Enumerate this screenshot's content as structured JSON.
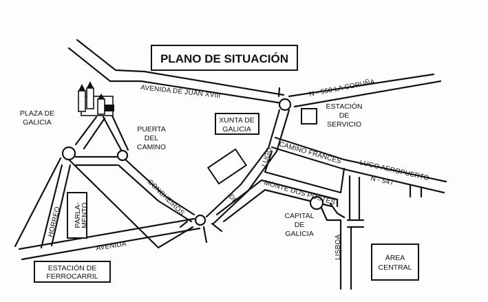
{
  "map": {
    "title": "PLANO DE SITUACIÓN",
    "streets": {
      "avenida_juan_xxiii": "AVENIDA DE JUAN XVIII",
      "n550": "N - 550  LA CORUÑA",
      "camino_frances": "CAMINO FRANCES",
      "lugo_aeropuerto": "LUGO  AEROPUERTO",
      "n547": "N - 547",
      "monte_dos_postes": "MONTE DOS POSTES",
      "lugo": "LUGO",
      "de": "DE",
      "concheiros": "CONCHEIROS",
      "horreo": "HORREO",
      "avenida": "AVENIDA",
      "lisboa": "LISBOA"
    },
    "places": {
      "plaza_galicia_1": "PLAZA DE",
      "plaza_galicia_2": "GALICIA",
      "puerta_1": "PUERTA",
      "puerta_2": "DEL",
      "puerta_3": "CAMINO",
      "xunta_1": "XUNTA DE",
      "xunta_2": "GALICIA",
      "estacion_servicio_1": "ESTACIÓN",
      "estacion_servicio_2": "DE",
      "estacion_servicio_3": "SERVICIO",
      "parlamento_1": "PARLA-",
      "parlamento_2": "MENTO",
      "capital_1": "CAPITAL",
      "capital_2": "DE",
      "capital_3": "GALICIA",
      "ferrocarril_1": "ESTACIÓN DE",
      "ferrocarril_2": "FERROCARRIL",
      "area_1": "ÁREA",
      "area_2": "CENTRAL"
    },
    "icons": [
      "cathedral-icon",
      "roundabout-icon",
      "building-icon"
    ],
    "colors": {
      "ink": "#111111",
      "paper": "#fdfdfd"
    }
  }
}
